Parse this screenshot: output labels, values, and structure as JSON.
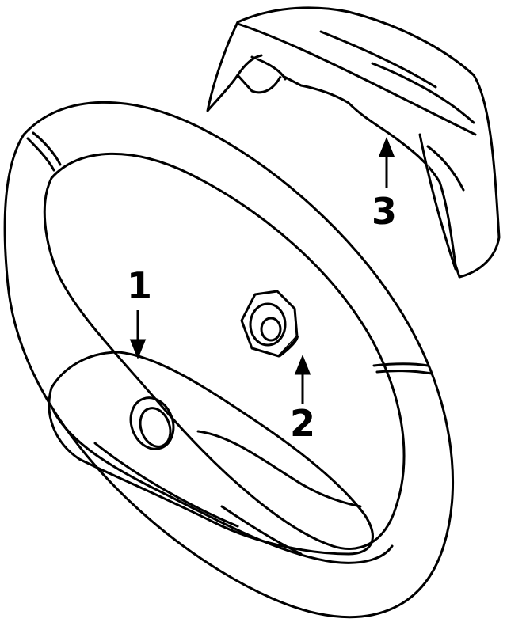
{
  "diagram": {
    "callouts": [
      {
        "number": "1",
        "part": "steering-wheel"
      },
      {
        "number": "2",
        "part": "nut"
      },
      {
        "number": "3",
        "part": "cover"
      }
    ],
    "colors": {
      "ink": "#000000",
      "paper": "#ffffff",
      "shade": "#d9d9d9"
    }
  }
}
